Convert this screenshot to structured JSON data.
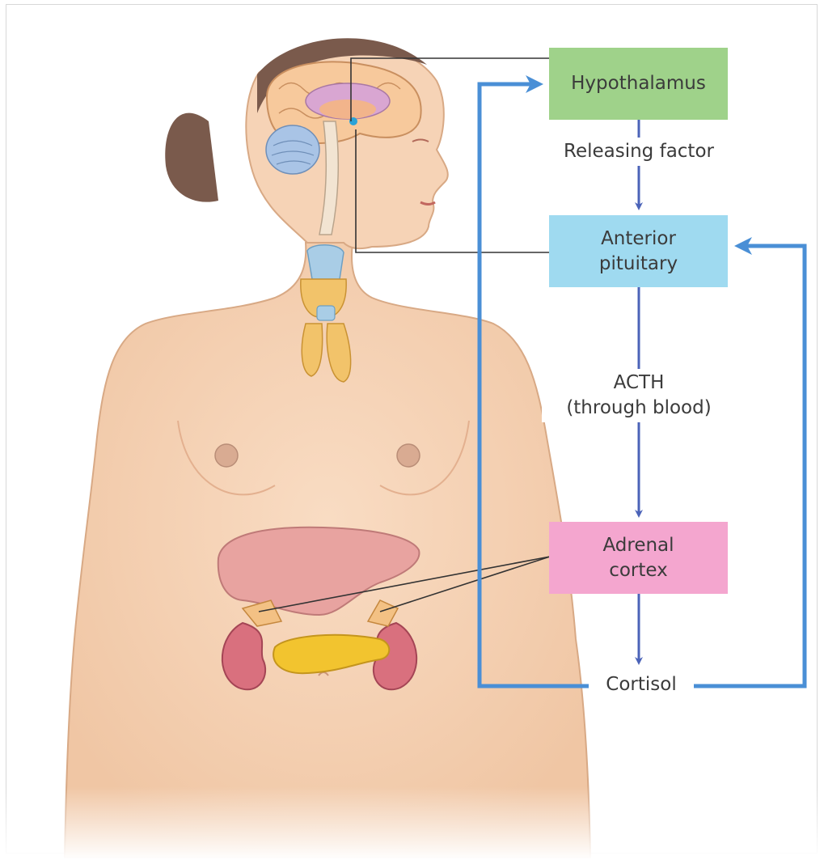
{
  "diagram": {
    "nodes": {
      "hypothalamus": {
        "label": "Hypothalamus",
        "color": "#9fd28a"
      },
      "anterior_pituitary": {
        "label_line1": "Anterior",
        "label_line2": "pituitary",
        "color": "#9fdaf0"
      },
      "adrenal_cortex": {
        "label_line1": "Adrenal",
        "label_line2": "cortex",
        "color": "#f4a6cf"
      },
      "cortisol": {
        "label": "Cortisol"
      }
    },
    "edges": {
      "hypothalamus_to_pituitary": {
        "label": "Releasing factor"
      },
      "pituitary_to_adrenal": {
        "label_line1": "ACTH",
        "label_line2": "(through blood)"
      },
      "adrenal_to_cortisol": {
        "label": ""
      },
      "cortisol_feedback_to_hypothalamus": {
        "label": ""
      },
      "cortisol_feedback_to_pituitary": {
        "label": ""
      }
    },
    "colors": {
      "arrow_dark_blue": "#4b63b8",
      "feedback_blue": "#4a8fd6",
      "leader_line": "#333333",
      "skin": "#f6d3b6",
      "hair": "#7a5a4c"
    }
  }
}
